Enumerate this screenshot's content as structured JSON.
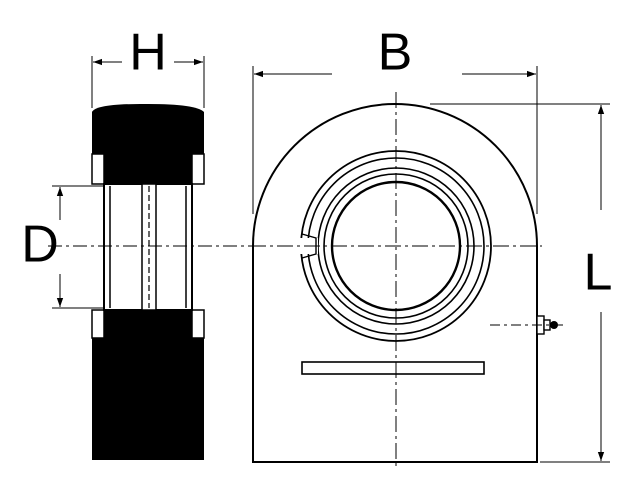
{
  "dimensions": {
    "h": "H",
    "b": "B",
    "d": "D",
    "l": "L"
  },
  "colors": {
    "ink": "#000000",
    "paper": "#ffffff"
  }
}
